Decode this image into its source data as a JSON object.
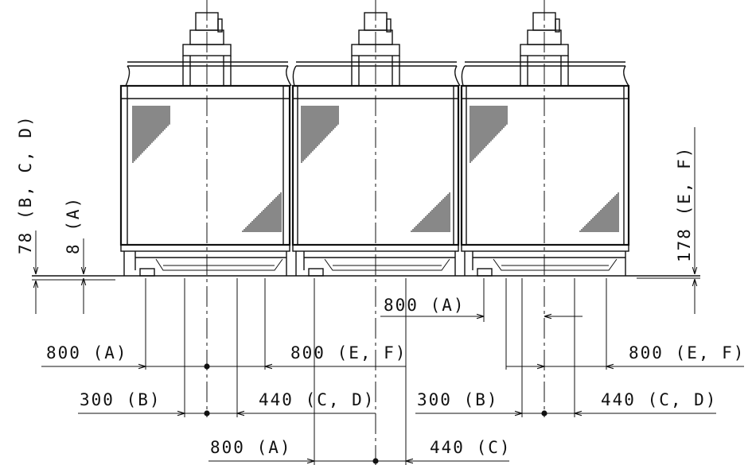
{
  "colors": {
    "line": "#111111",
    "background": "#ffffff"
  },
  "units": [
    "left",
    "middle",
    "right"
  ],
  "vertical_dims": {
    "left_outer": "78 (B, C, D)",
    "left_inner": "8 (A)",
    "right": "178 (E, F)"
  },
  "dims": {
    "upper_right_800a": "800 (A)",
    "row1_left_800a": "800 (A)",
    "row1_mid_800ef": "800 (E, F)",
    "row1_right_800ef": "800 (E, F)",
    "row2_left_300b": "300 (B)",
    "row2_left_440cd": "440 (C, D)",
    "row2_right_300b": "300 (B)",
    "row2_right_440cd": "440 (C, D)",
    "bottom_800a": "800 (A)",
    "bottom_440c": "440 (C)"
  }
}
